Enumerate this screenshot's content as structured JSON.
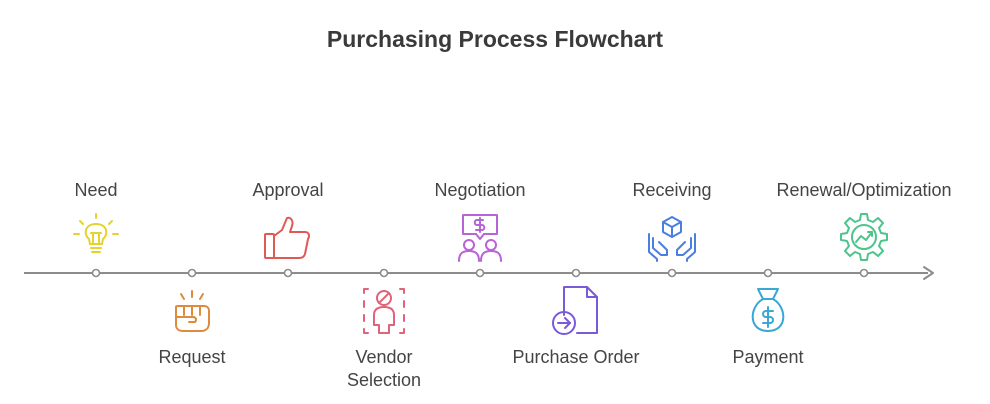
{
  "title": "Purchasing Process Flowchart",
  "steps": [
    {
      "label": "Need",
      "icon": "lightbulb-icon",
      "color": "#e6d32e",
      "side": "top"
    },
    {
      "label": "Request",
      "icon": "fist-icon",
      "color": "#e08a3c",
      "side": "bottom"
    },
    {
      "label": "Approval",
      "icon": "thumbs-up-icon",
      "color": "#e05a55",
      "side": "top"
    },
    {
      "label": "Vendor\nSelection",
      "icon": "person-selection-icon",
      "color": "#e0637a",
      "side": "bottom"
    },
    {
      "label": "Negotiation",
      "icon": "negotiation-icon",
      "color": "#b863d8",
      "side": "top"
    },
    {
      "label": "Purchase Order",
      "icon": "document-arrow-icon",
      "color": "#7a5ad8",
      "side": "bottom"
    },
    {
      "label": "Receiving",
      "icon": "hands-box-icon",
      "color": "#4a7ee0",
      "side": "top"
    },
    {
      "label": "Payment",
      "icon": "money-bag-icon",
      "color": "#3aa7d4",
      "side": "bottom"
    },
    {
      "label": "Renewal/Optimization",
      "icon": "gear-chart-icon",
      "color": "#4cc48a",
      "side": "top"
    }
  ],
  "timeline_color": "#8c8c8c"
}
